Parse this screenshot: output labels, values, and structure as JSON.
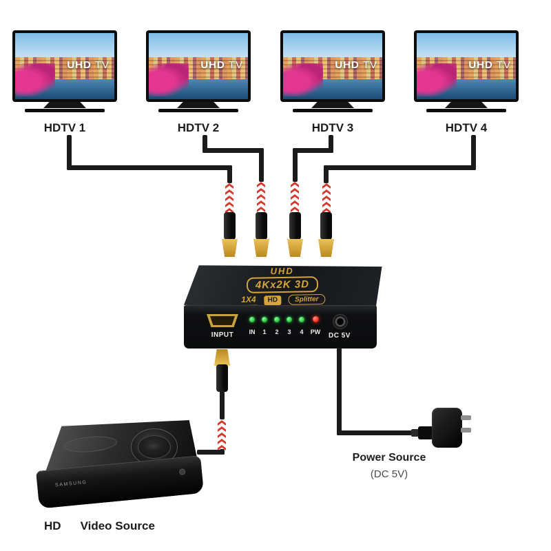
{
  "colors": {
    "background": "#ffffff",
    "cable": "#1b1b1b",
    "arrow_red": "#d6372b",
    "gold_accent": "#d7a43c",
    "led_green": "#27c93f",
    "led_red": "#ff2d1a"
  },
  "tvs": [
    {
      "label": "HDTV 1"
    },
    {
      "label": "HDTV 2"
    },
    {
      "label": "HDTV 3"
    },
    {
      "label": "HDTV 4"
    }
  ],
  "tv_screen": {
    "brand_uhd": "UHD",
    "brand_tv": "TV"
  },
  "splitter": {
    "top_line": "UHD",
    "badge": "4Kx2K 3D",
    "model_prefix": "1X4",
    "model_hd": "HD",
    "model_suffix": "Splitter",
    "front": {
      "input_label": "INPUT",
      "led_labels": [
        "IN",
        "1",
        "2",
        "3",
        "4",
        "PW"
      ],
      "dc_label": "DC 5V"
    }
  },
  "source": {
    "brand": "SAMSUNG",
    "label_hd": "HD",
    "label_text": "Video Source"
  },
  "power": {
    "label": "Power Source",
    "sub_label": "(DC 5V)"
  }
}
